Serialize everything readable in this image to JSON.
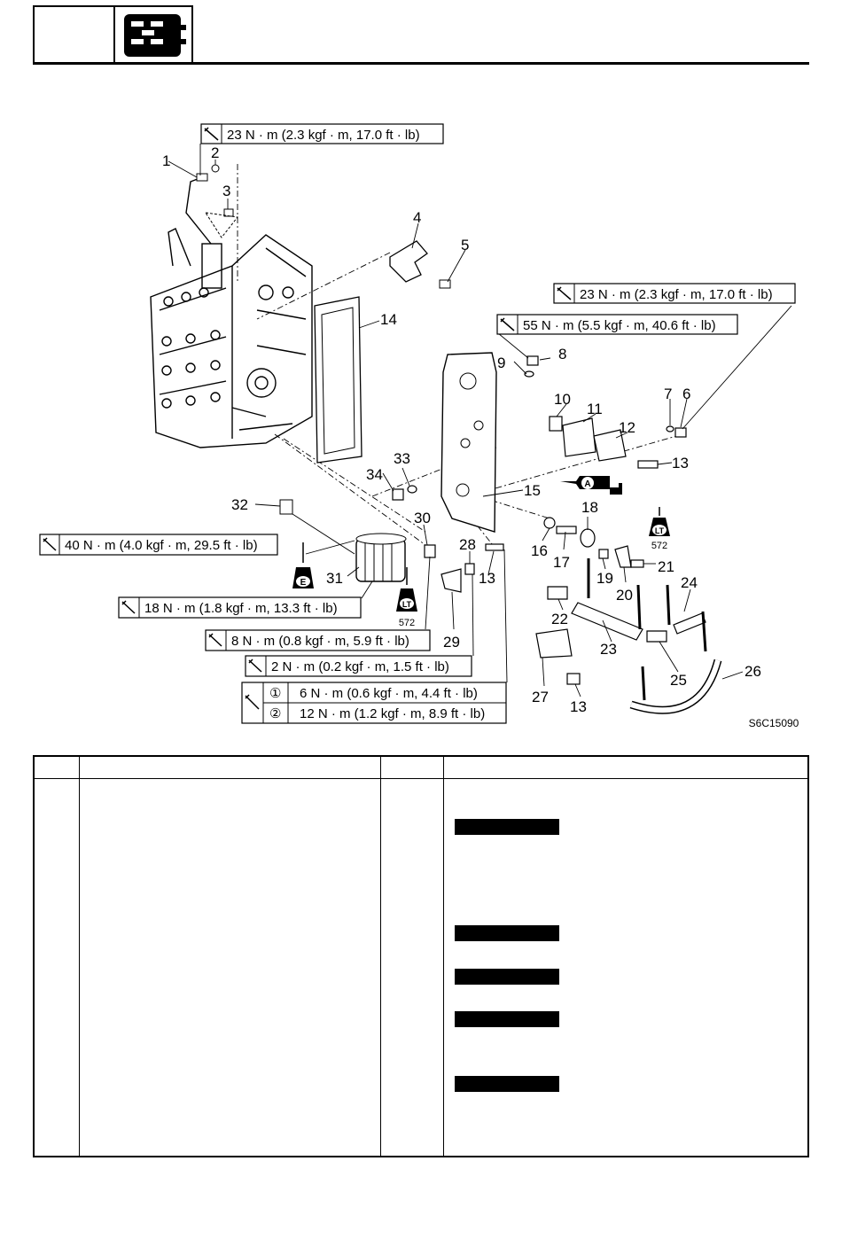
{
  "callouts": [
    "1",
    "2",
    "3",
    "4",
    "5",
    "6",
    "7",
    "8",
    "9",
    "10",
    "11",
    "12",
    "13",
    "13",
    "13",
    "13",
    "14",
    "15",
    "16",
    "17",
    "18",
    "19",
    "20",
    "21",
    "22",
    "23",
    "24",
    "25",
    "26",
    "27",
    "28",
    "29",
    "30",
    "31",
    "32",
    "33",
    "34"
  ],
  "torques": {
    "t1": "23 N · m (2.3 kgf · m, 17.0 ft · lb)",
    "t2": "23 N · m (2.3 kgf · m, 17.0 ft · lb)",
    "t3": "55 N · m (5.5 kgf · m, 40.6 ft · lb)",
    "t4": "40 N · m (4.0 kgf · m, 29.5 ft · lb)",
    "t5": "18 N · m (1.8 kgf · m, 13.3 ft · lb)",
    "t6": "8 N · m (0.8 kgf · m, 5.9 ft · lb)",
    "t7": "2 N · m (0.2 kgf · m, 1.5 ft · lb)",
    "t8a": "6 N · m (0.6 kgf · m, 4.4 ft · lb)",
    "t8b": "12 N · m (1.2 kgf · m, 8.9 ft · lb)"
  },
  "circled": {
    "one": "①",
    "two": "②"
  },
  "symbols": {
    "lt": "LT",
    "lt_num": "572",
    "lt2_num": "572",
    "e": "E",
    "a": "A"
  },
  "figure_code": "S6C15090",
  "icons": [
    "power-unit-icon",
    "torque-wrench-icon",
    "loctite-icon",
    "engine-oil-icon",
    "grease-a-icon"
  ]
}
